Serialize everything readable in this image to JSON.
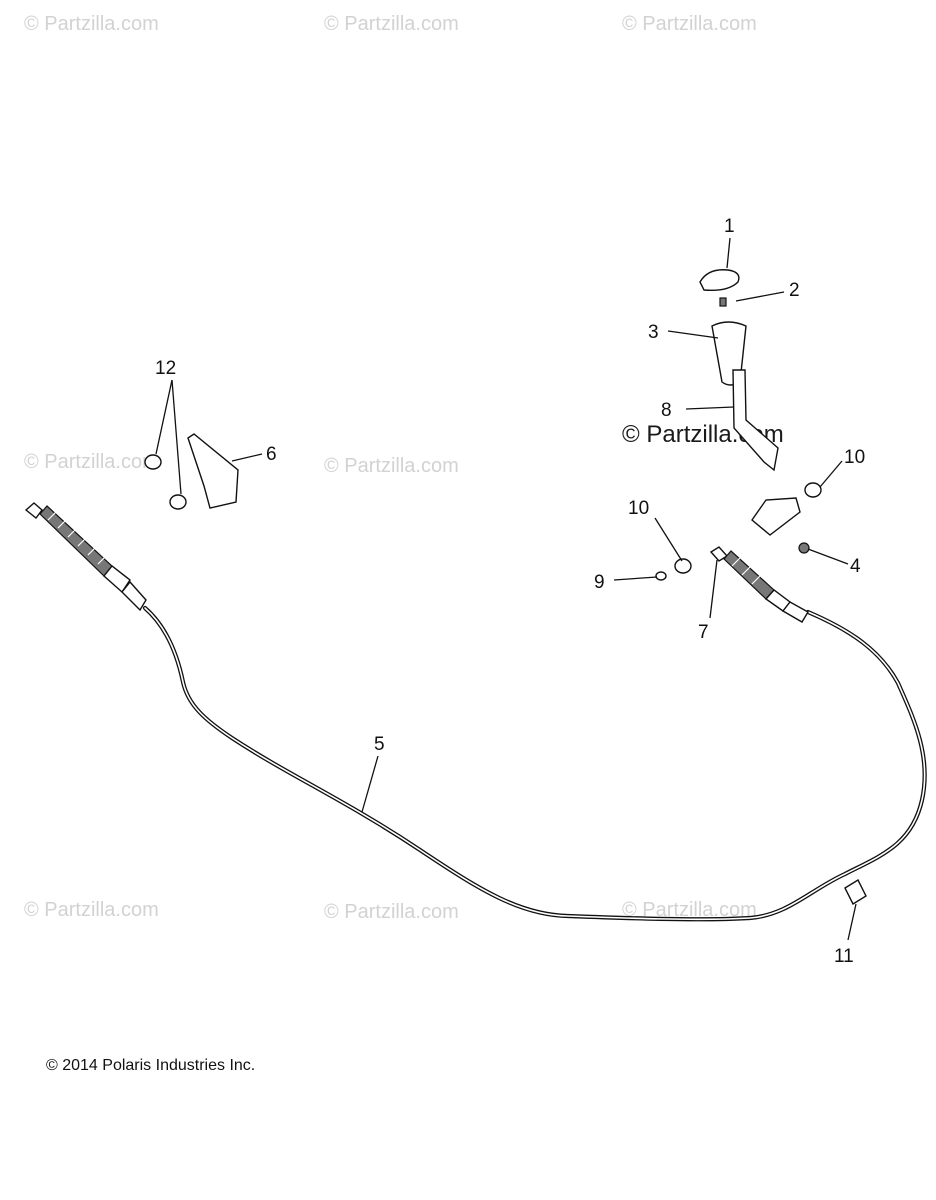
{
  "watermark_text": "© Partzilla.com",
  "callouts": {
    "c1": "1",
    "c2": "2",
    "c3": "3",
    "c4": "4",
    "c5": "5",
    "c6": "6",
    "c7": "7",
    "c8": "8",
    "c9": "9",
    "c10a": "10",
    "c10b": "10",
    "c11": "11",
    "c12": "12"
  },
  "copyright": "© 2014 Polaris Industries Inc."
}
